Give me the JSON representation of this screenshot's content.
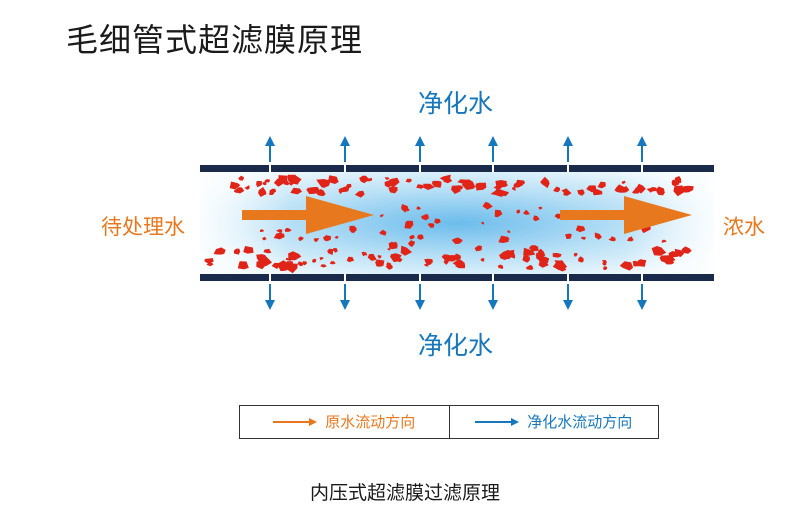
{
  "title": "毛细管式超滤膜原理",
  "labels": {
    "purified_top": "净化水",
    "purified_bottom": "净化水",
    "inlet": "待处理水",
    "outlet": "浓水"
  },
  "legend": {
    "raw_flow": "原水流动方向",
    "purified_flow": "净化水流动方向"
  },
  "caption": "内压式超滤膜过滤原理",
  "colors": {
    "orange": "#e8781e",
    "blue": "#1677bd",
    "tube_wall": "#1a2a4a",
    "particle": "#e02418",
    "water_center": "#6cbcec",
    "water_edge": "#e6f4fc"
  },
  "icons": {
    "flow_arrow": "right-arrow-icon",
    "outflow_arrow": "outflow-arrow-icon"
  }
}
